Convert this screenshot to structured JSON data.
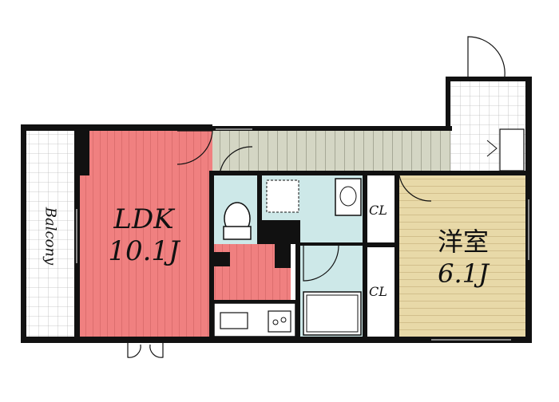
{
  "rooms": {
    "ldk": {
      "name": "LDK",
      "size": "10.1J"
    },
    "western": {
      "name": "洋室",
      "size": "6.1J"
    },
    "closet_upper": "CL",
    "closet_lower": "CL",
    "balcony": "Balcony"
  },
  "colors": {
    "ldk_floor": "#f08080",
    "western_floor": "#e8d9a8",
    "wet_area": "#cde8e8",
    "corridor": "#d4d6c4",
    "wall": "#111111"
  }
}
